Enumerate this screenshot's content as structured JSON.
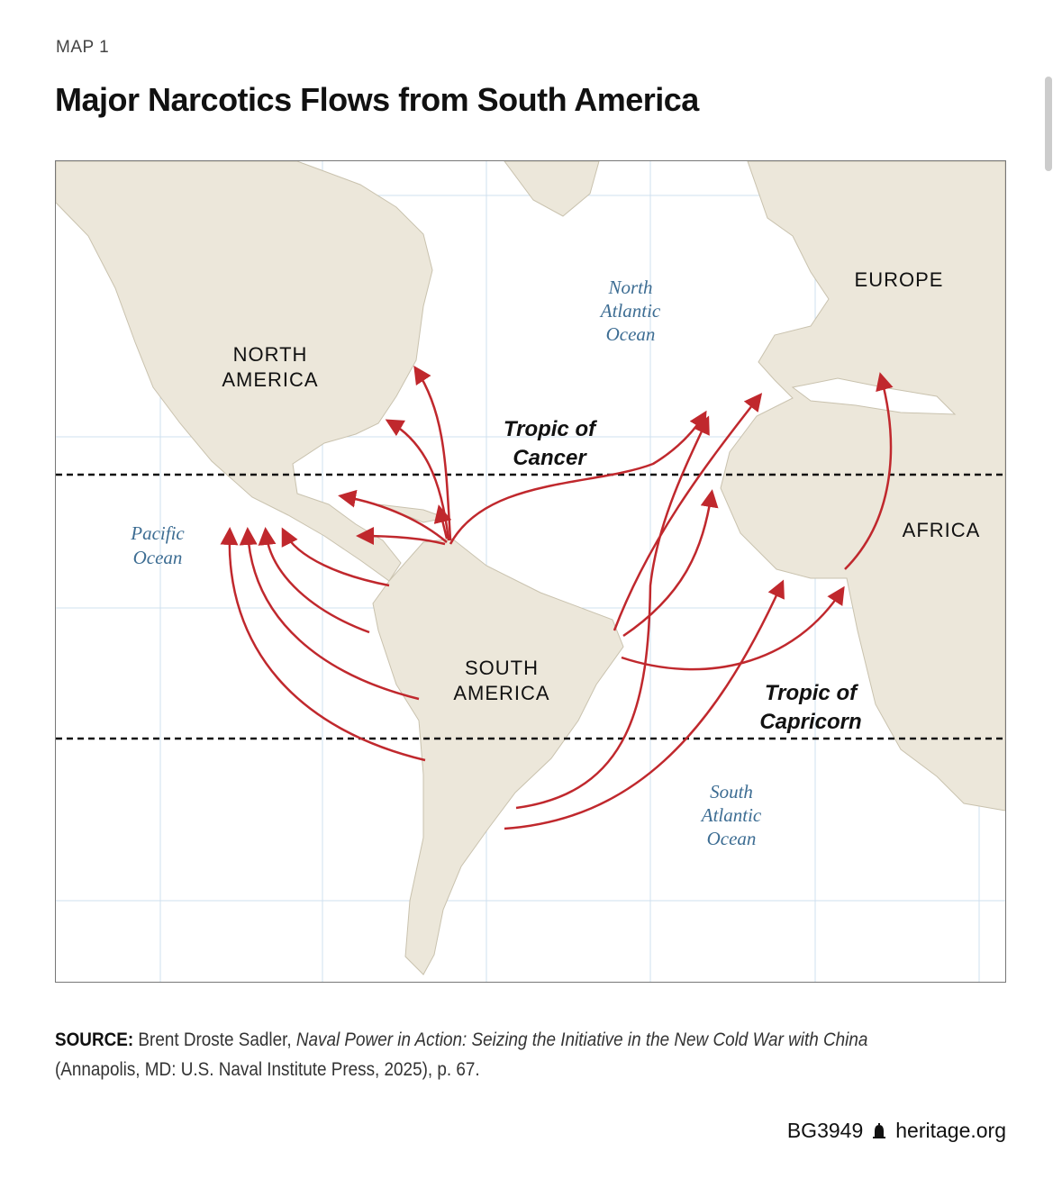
{
  "kicker": "MAP 1",
  "title": "Major Narcotics Flows from South America",
  "map": {
    "regions": [
      "NORTH",
      "AMERICA",
      "SOUTH",
      "AMERICA",
      "EUROPE",
      "AFRICA"
    ],
    "oceans": {
      "north_atlantic": [
        "North",
        "Atlantic",
        "Ocean"
      ],
      "pacific": [
        "Pacific",
        "Ocean"
      ],
      "south_atlantic": [
        "South",
        "Atlantic",
        "Ocean"
      ]
    },
    "tropics": {
      "cancer": [
        "Tropic of",
        "Cancer"
      ],
      "capricorn": [
        "Tropic of",
        "Capricorn"
      ]
    },
    "colors": {
      "land": "#ece7da",
      "arrow": "#c0282d",
      "grid": "#cfe0ef",
      "ocean_label": "#3d6d93"
    }
  },
  "source": {
    "label": "SOURCE:",
    "author": "Brent Droste Sadler,",
    "work": "Naval Power in Action: Seizing the Initiative in the New Cold War with China",
    "details": "(Annapolis, MD: U.S. Naval Institute Press, 2025), p. 67."
  },
  "footer": {
    "code": "BG3949",
    "icon": "liberty-bell-icon",
    "site": "heritage.org"
  }
}
